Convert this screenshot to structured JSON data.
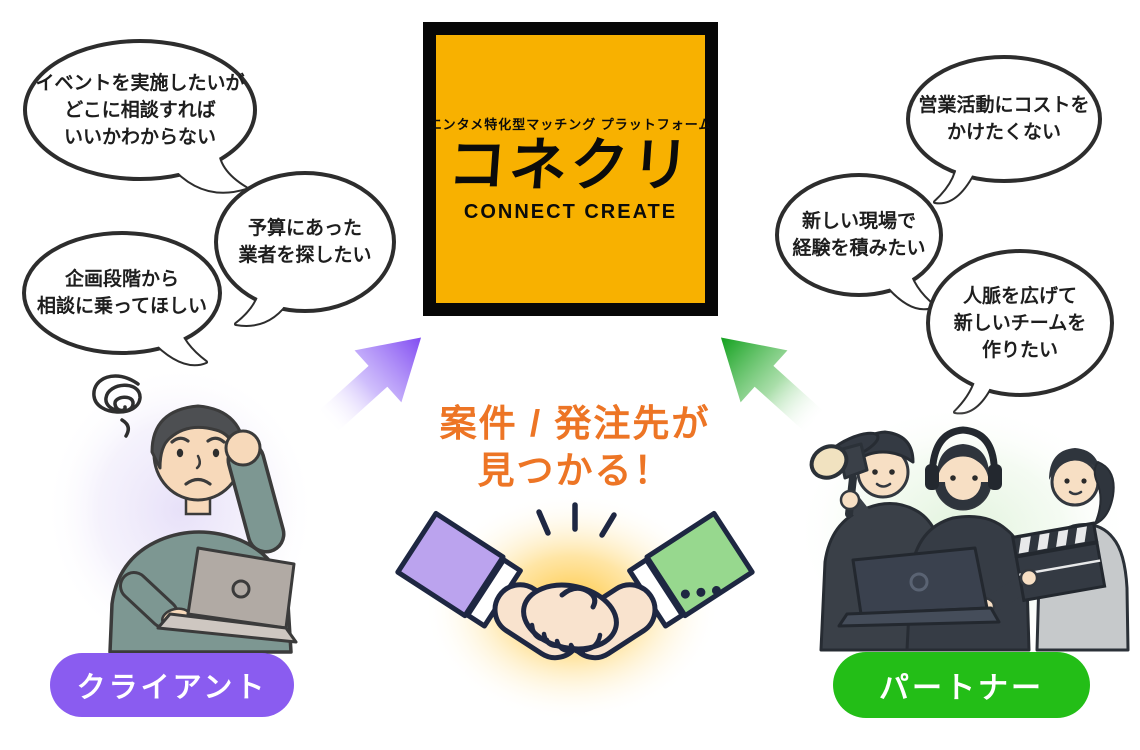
{
  "logo": {
    "tagline": "エンタメ特化型マッチング プラットフォーム",
    "brand": "コネクリ",
    "brand_en": "CONNECT CREATE"
  },
  "headline": {
    "line1": "案件 / 発注先が",
    "line2": "見つかる！"
  },
  "client": {
    "label": "クライアント",
    "bubbles": [
      {
        "lines": [
          "イベントを実施したいが",
          "どこに相談すれば",
          "いいかわからない"
        ]
      },
      {
        "lines": [
          "予算にあった",
          "業者を探したい"
        ]
      },
      {
        "lines": [
          "企画段階から",
          "相談に乗ってほしい"
        ]
      }
    ]
  },
  "partner": {
    "label": "パートナー",
    "bubbles": [
      {
        "lines": [
          "営業活動にコストを",
          "かけたくない"
        ]
      },
      {
        "lines": [
          "新しい現場で",
          "経験を積みたい"
        ]
      },
      {
        "lines": [
          "人脈を広げて",
          "新しいチームを",
          "作りたい"
        ]
      }
    ]
  },
  "colors": {
    "logo_yellow": "#F8B100",
    "logo_frame": "#070707",
    "headline_orange": "#ED7525",
    "client_purple": "#8A5CF0",
    "partner_green": "#23BE17",
    "arrow_purple": "#8450F2",
    "arrow_green": "#1BA426",
    "bubble_outline": "#2D2D2D"
  }
}
